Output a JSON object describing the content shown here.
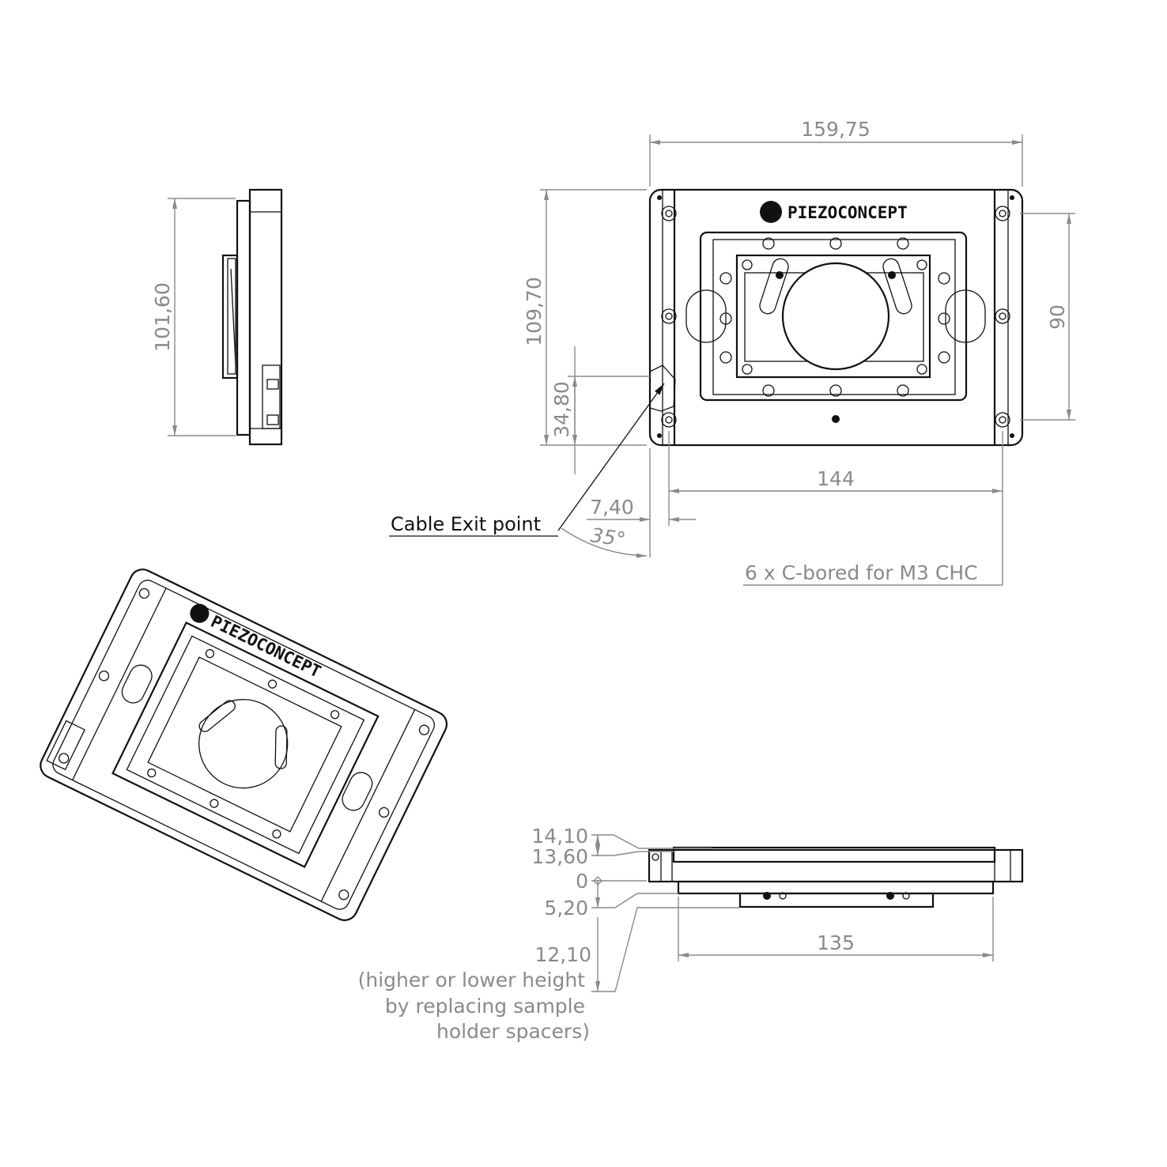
{
  "brand": "PIEZOCONCEPT",
  "top_view": {
    "width_total": "159,75",
    "height_total": "109,70",
    "hole_pitch_vertical": "90",
    "cable_exit_height": "34,80",
    "hole_pitch_horizontal": "144",
    "edge_offset": "7,40",
    "cable_angle": "35°",
    "cable_label": "Cable Exit point",
    "holes_note": "6 x C-bored for M3 CHC"
  },
  "side_view": {
    "height": "101,60"
  },
  "front_view": {
    "level_top": "14,10",
    "level_mid": "13,60",
    "level_zero": "0",
    "level_low": "5,20",
    "level_holder": "12,10",
    "holder_note_line1": "(higher or lower height",
    "holder_note_line2": "by replacing sample",
    "holder_note_line3": "holder spacers)",
    "base_width": "135"
  }
}
